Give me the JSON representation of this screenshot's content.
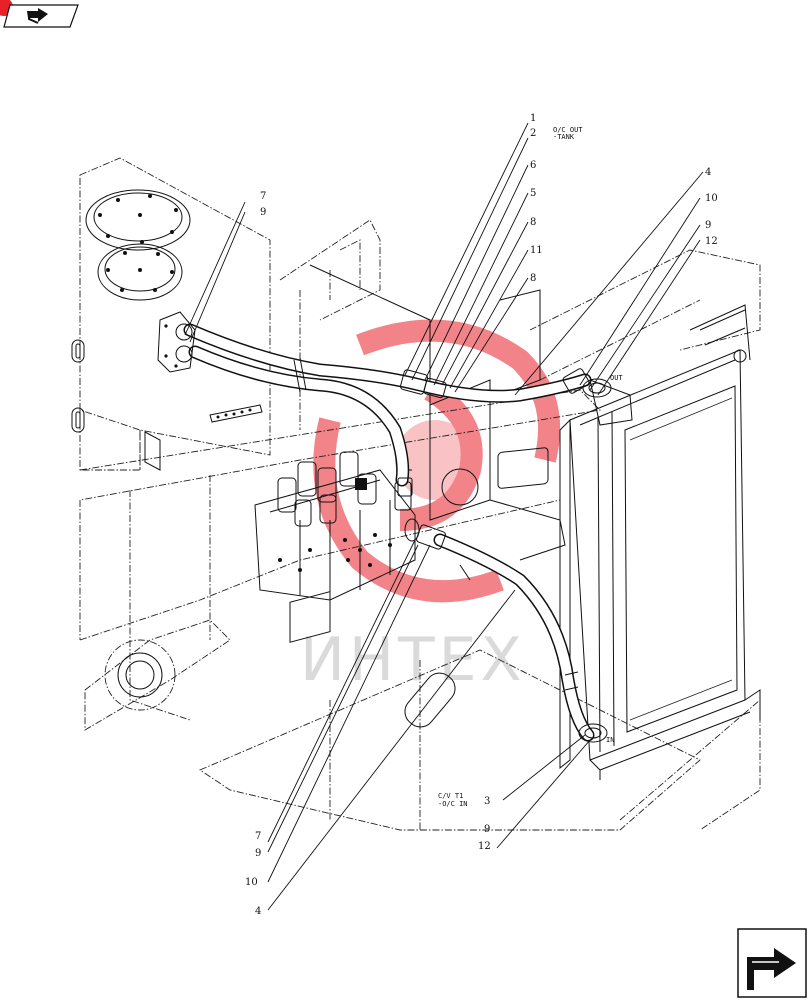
{
  "nav": {
    "back_icon": "curved-arrow-back-icon",
    "forward_icon": "next-page-arrow-icon",
    "badge_color": "#e8202a"
  },
  "watermark": {
    "text": "ИНТЕХ",
    "logo_color": "#e8202a"
  },
  "callouts": {
    "top_1": "1",
    "top_2": "2",
    "top_6": "6",
    "top_5": "5",
    "top_8a": "8",
    "top_11": "11",
    "top_8b": "8",
    "top_4": "4",
    "top_10": "10",
    "top_9": "9",
    "top_12": "12",
    "left_7": "7",
    "left_9": "9",
    "bottom_3": "3",
    "bottom_9": "9",
    "bottom_12": "12",
    "low_7": "7",
    "low_9": "9",
    "low_10": "10",
    "low_4": "4"
  },
  "notes": {
    "oc_out_line1": "O/C OUT",
    "oc_out_line2": "-TANK",
    "cv_t1_line1": "C/V T1",
    "cv_t1_line2": "-O/C IN",
    "port_out": "OUT",
    "port_in": "IN"
  }
}
